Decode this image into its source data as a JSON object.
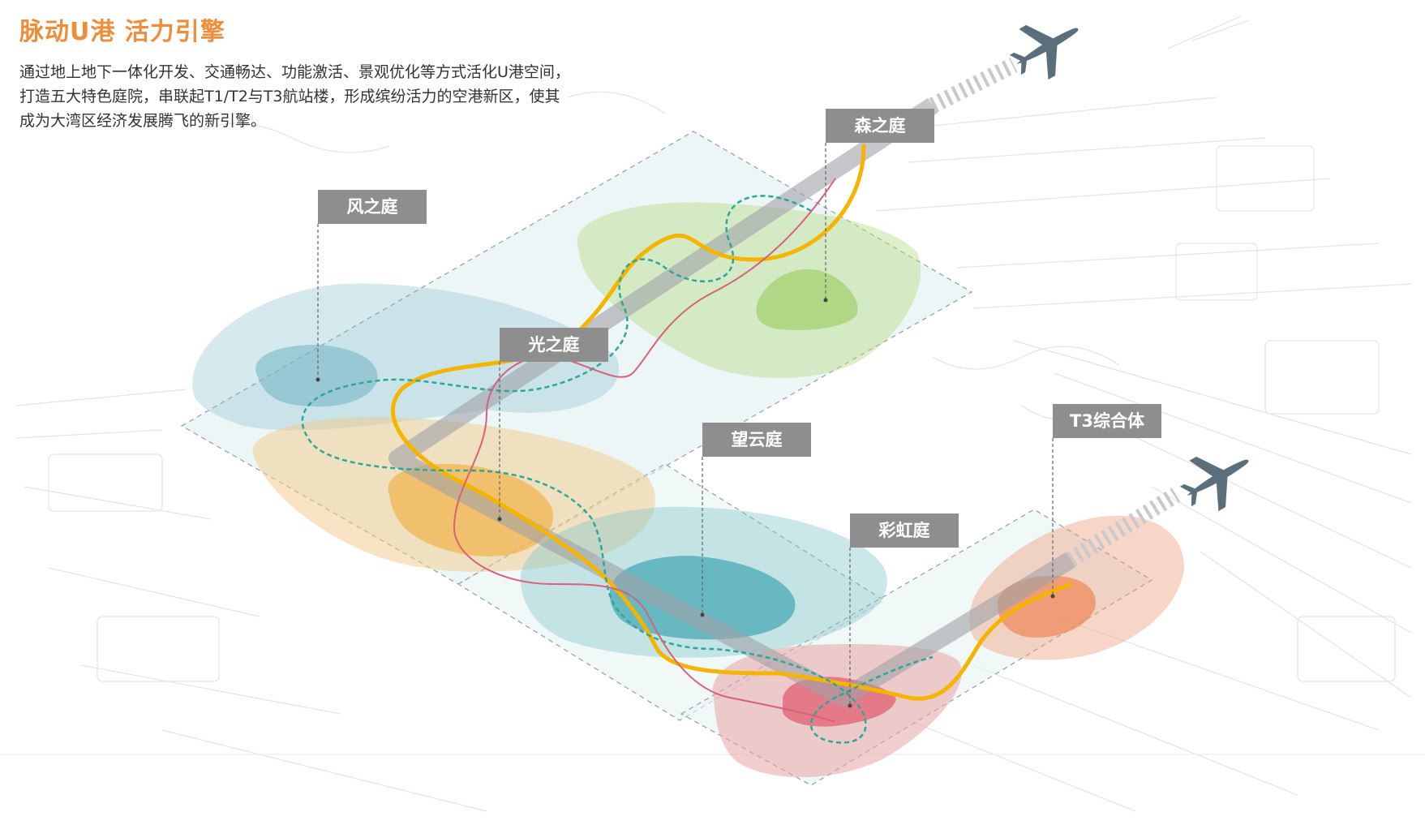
{
  "header": {
    "title": "脉动U港 活力引擎",
    "description_lines": [
      "通过地上地下一体化开发、交通畅达、功能激活、景观优化等方式活化U港空间，",
      "打造五大特色庭院，串联起T1/T2与T3航站楼，形成缤纷活力的空港新区，使其",
      "成为大湾区经济发展腾飞的新引擎。"
    ]
  },
  "labels": {
    "feng": "风之庭",
    "sen": "森之庭",
    "guang": "光之庭",
    "wangyun": "望云庭",
    "caihong": "彩虹庭",
    "t3": "T3综合体"
  },
  "colors": {
    "title": "#ee8d3a",
    "label_bg": "#8e8e8e",
    "feng": "#7dbcc9",
    "sen": "#9fcf6a",
    "guang": "#f2b24a",
    "wangyun": "#4aaab4",
    "caihong": "#e8707e",
    "t3": "#ef8a5e",
    "path_yellow": "#f4b400",
    "path_teal": "#2aa89a",
    "path_red": "#d9607a",
    "axis": "#9a9a9a"
  },
  "icons": [
    "airplane-icon",
    "airplane-icon"
  ]
}
